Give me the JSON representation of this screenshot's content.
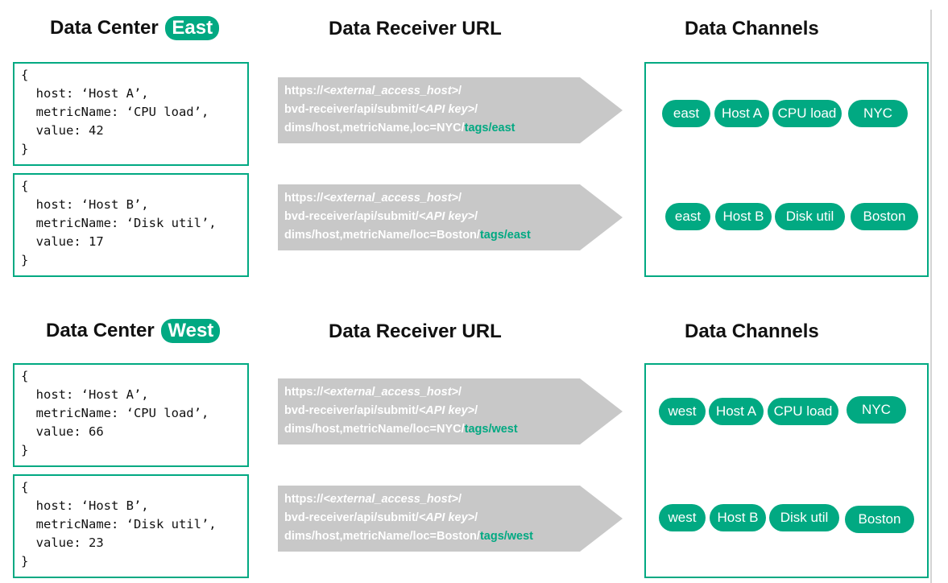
{
  "diagram": {
    "colors": {
      "accent": "#01a982",
      "arrow_fill": "#c8c8c8",
      "text": "#111111"
    },
    "sections": [
      {
        "dc_label": "Data Center",
        "dc_name": "East",
        "url_heading": "Data Receiver URL",
        "channels_heading": "Data Channels",
        "rows": [
          {
            "code": [
              "{",
              "  host: ‘Host A’,",
              "  metricName: ‘CPU load’,",
              "  value: 42",
              "}"
            ],
            "url_line1_prefix": "https://",
            "url_line1_host": "<external_access_host>",
            "url_line1_suffix": "/",
            "url_line2_prefix": "bvd-receiver/api/submit/",
            "url_line2_key": "<API key>",
            "url_line2_suffix": "/",
            "url_line3_main": "dims/host,metricName,loc=NYC/",
            "url_line3_tag": "tags/east",
            "channels": [
              "east",
              "Host A",
              "CPU load",
              "NYC"
            ]
          },
          {
            "code": [
              "{",
              "  host: ‘Host B’,",
              "  metricName: ‘Disk util’,",
              "  value: 17",
              "}"
            ],
            "url_line1_prefix": "https://",
            "url_line1_host": "<external_access_host>",
            "url_line1_suffix": "/",
            "url_line2_prefix": "bvd-receiver/api/submit/",
            "url_line2_key": "<API key>",
            "url_line2_suffix": "/",
            "url_line3_main": "dims/host,metricName/loc=Boston/",
            "url_line3_tag": "tags/east",
            "channels": [
              "east",
              "Host B",
              "Disk util",
              "Boston"
            ]
          }
        ]
      },
      {
        "dc_label": "Data Center",
        "dc_name": "West",
        "url_heading": "Data Receiver URL",
        "channels_heading": "Data Channels",
        "rows": [
          {
            "code": [
              "{",
              "  host: ‘Host A’,",
              "  metricName: ‘CPU load’,",
              "  value: 66",
              "}"
            ],
            "url_line1_prefix": "https://",
            "url_line1_host": "<external_access_host>",
            "url_line1_suffix": "/",
            "url_line2_prefix": "bvd-receiver/api/submit/",
            "url_line2_key": "<API key>",
            "url_line2_suffix": "/",
            "url_line3_main": "dims/host,metricName/loc=NYC/",
            "url_line3_tag": "tags/west",
            "channels": [
              "west",
              "Host A",
              "CPU load",
              "NYC"
            ]
          },
          {
            "code": [
              "{",
              "  host: ‘Host B’,",
              "  metricName: ‘Disk util’,",
              "  value: 23",
              "}"
            ],
            "url_line1_prefix": "https://",
            "url_line1_host": "<external_access_host>",
            "url_line1_suffix": "/",
            "url_line2_prefix": "bvd-receiver/api/submit/",
            "url_line2_key": "<API key>",
            "url_line2_suffix": "/",
            "url_line3_main": "dims/host,metricName/loc=Boston/",
            "url_line3_tag": "tags/west",
            "channels": [
              "west",
              "Host B",
              "Disk util",
              "Boston"
            ]
          }
        ]
      }
    ]
  }
}
